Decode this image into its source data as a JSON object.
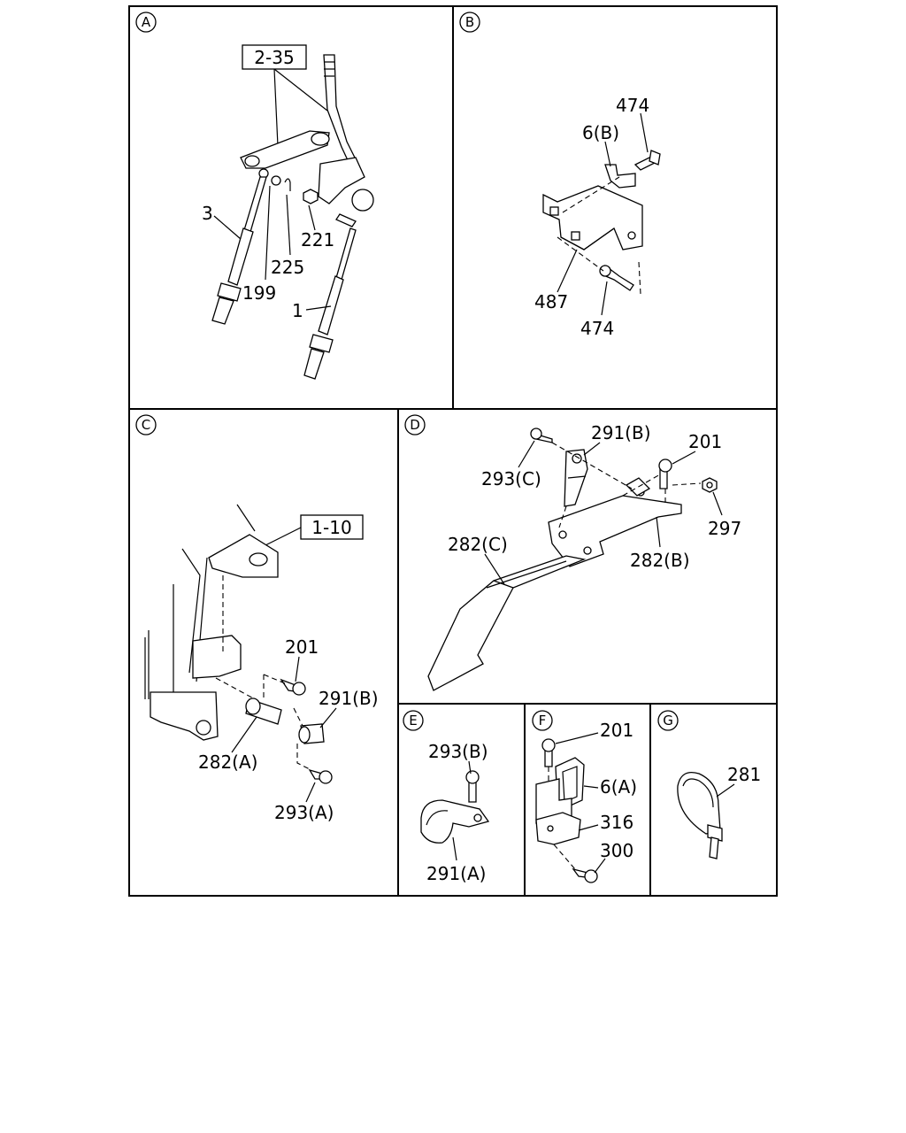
{
  "panels": {
    "A": {
      "id": "A",
      "ref": "2-35",
      "labels": {
        "l3": "3",
        "l199": "199",
        "l225": "225",
        "l221": "221",
        "l1": "1"
      }
    },
    "B": {
      "id": "B",
      "labels": {
        "l474a": "474",
        "l6b": "6(B)",
        "l487": "487",
        "l474b": "474"
      }
    },
    "C": {
      "id": "C",
      "ref": "1-10",
      "labels": {
        "l201": "201",
        "l291b": "291(B)",
        "l282a": "282(A)",
        "l293a": "293(A)"
      }
    },
    "D": {
      "id": "D",
      "labels": {
        "l291b": "291(B)",
        "l201": "201",
        "l293c": "293(C)",
        "l297": "297",
        "l282c": "282(C)",
        "l282b": "282(B)"
      }
    },
    "E": {
      "id": "E",
      "labels": {
        "l293b": "293(B)",
        "l291a": "291(A)"
      }
    },
    "F": {
      "id": "F",
      "labels": {
        "l201": "201",
        "l6a": "6(A)",
        "l316": "316",
        "l300": "300"
      }
    },
    "G": {
      "id": "G",
      "labels": {
        "l281": "281"
      }
    }
  }
}
